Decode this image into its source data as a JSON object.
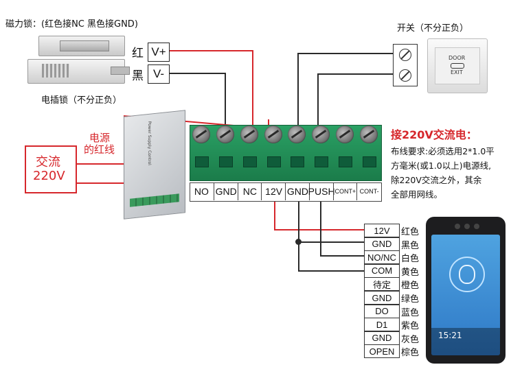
{
  "maglock": {
    "title": "磁力锁：(红色接NC  黑色接GND)",
    "red_char": "红",
    "black_char": "黑",
    "vplus": "V+",
    "vminus": "V-"
  },
  "bolt_lock": {
    "title": "电插锁（不分正负）"
  },
  "switch": {
    "title": "开关（不分正负）",
    "door_text": "DOOR",
    "exit_text": "EXIT"
  },
  "power_supply": {
    "red_wire_label_1": "电源",
    "red_wire_label_2": "的红线",
    "panel_text": "Power Supply Control"
  },
  "ac_input": {
    "line1": "交流",
    "line2": "220V"
  },
  "terminal_labels": [
    "NO",
    "GND",
    "NC",
    "12V",
    "GND",
    "PUSH",
    "CONT+",
    "CONT-"
  ],
  "notice": {
    "title": "接220V交流电：",
    "lines": [
      "布线要求:必须选用2*1.0平",
      "方毫米(或1.0以上)电源线,",
      "除220V交流之外，其余",
      "全部用网线。"
    ]
  },
  "wiring_table": [
    {
      "terminal": "12V",
      "color": "红色"
    },
    {
      "terminal": "GND",
      "color": "黑色"
    },
    {
      "terminal": "NO/NC",
      "color": "白色"
    },
    {
      "terminal": "COM",
      "color": "黄色"
    },
    {
      "terminal": "待定",
      "color": "橙色"
    },
    {
      "terminal": "GND",
      "color": "绿色"
    },
    {
      "terminal": "DO",
      "color": "蓝色"
    },
    {
      "terminal": "D1",
      "color": "紫色"
    },
    {
      "terminal": "GND",
      "color": "灰色"
    },
    {
      "terminal": "OPEN",
      "color": "棕色"
    }
  ],
  "device": {
    "time": "15:21"
  },
  "colors": {
    "wire_red": "#d6262b",
    "wire_black": "#2a2a2a",
    "terminal_green": "#1f8a54"
  }
}
